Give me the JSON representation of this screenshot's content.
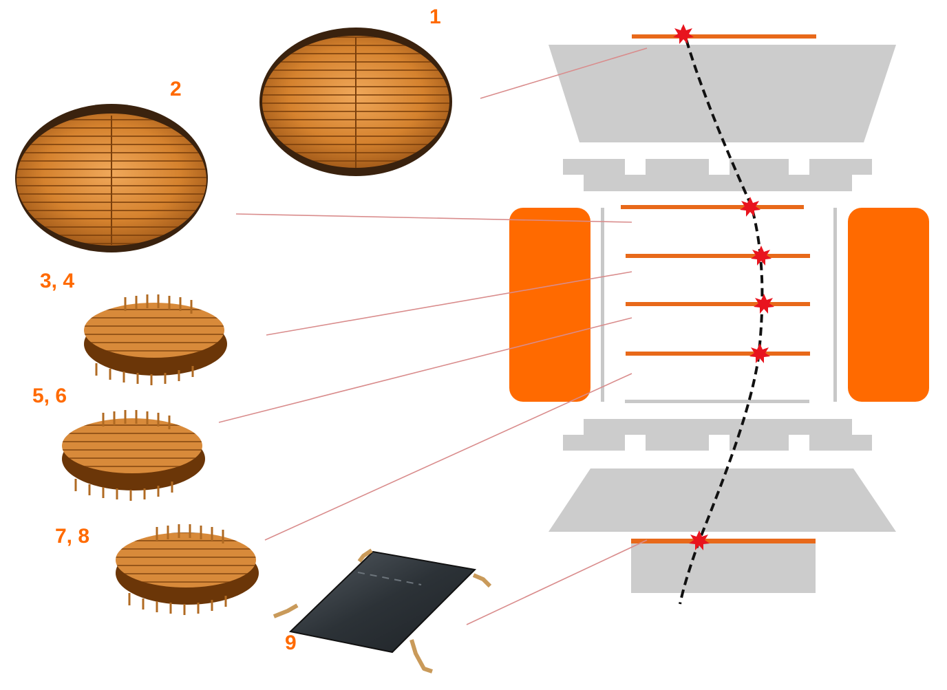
{
  "labels": {
    "l1": "1",
    "l2": "2",
    "l34": "3, 4",
    "l56": "5, 6",
    "l78": "7, 8",
    "l9": "9"
  },
  "colors": {
    "orange": "#ff6a00",
    "plane_orange": "#e8691a",
    "grey": "#cccccc",
    "copper": "#d88a3a",
    "copper_dark": "#8a4a12",
    "plate": "#3a4046",
    "pointer": "#d98c8c",
    "hit": "#e8141e"
  },
  "icons": {
    "hit_marker": "red-starburst-icon"
  }
}
